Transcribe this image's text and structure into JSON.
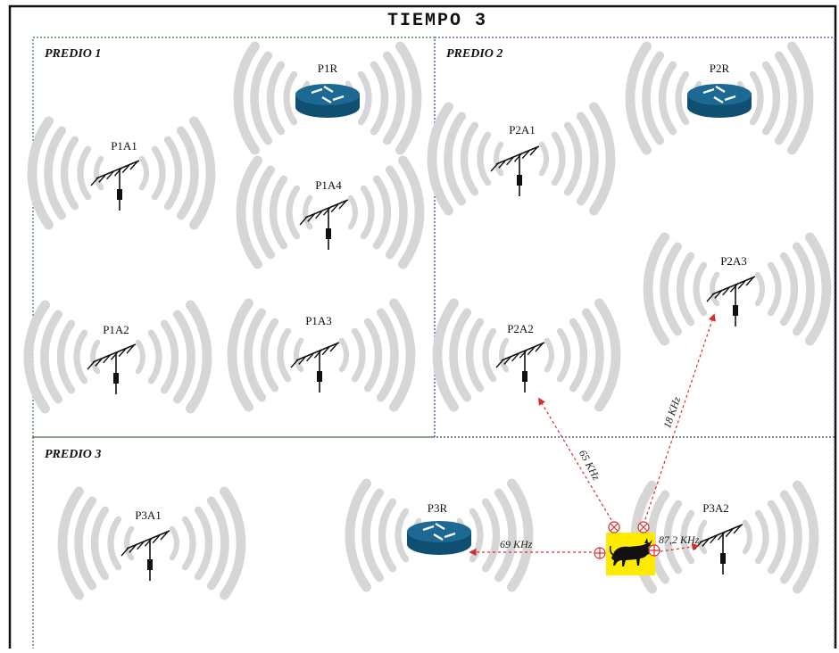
{
  "title": "TIEMPO 3",
  "regions": [
    {
      "id": "predio1",
      "label": "PREDIO 1",
      "border_color": "#2e7d32"
    },
    {
      "id": "predio2",
      "label": "PREDIO 2",
      "border_color": "#3f51b5"
    },
    {
      "id": "predio3",
      "label": "PREDIO 3",
      "border_color": "#555555"
    }
  ],
  "nodes": {
    "P1R": "P1R",
    "P1A1": "P1A1",
    "P1A4": "P1A4",
    "P1A2": "P1A2",
    "P1A3": "P1A3",
    "P2R": "P2R",
    "P2A1": "P2A1",
    "P2A3": "P2A3",
    "P2A2": "P2A2",
    "P3A1": "P3A1",
    "P3R": "P3R",
    "P3A2": "P3A2"
  },
  "links": [
    {
      "id": "to-p2a2",
      "label": "65 KHz"
    },
    {
      "id": "to-p2a3",
      "label": "18 KHz"
    },
    {
      "id": "to-p3r",
      "label": "69  KHz"
    },
    {
      "id": "to-p3a2",
      "label": "87,2 KHz"
    }
  ],
  "colors": {
    "router_fill": "#1c6a94",
    "link_color": "#d32f2f",
    "wave_color": "#d6d6d6",
    "bull_badge": "#ffeb00"
  }
}
